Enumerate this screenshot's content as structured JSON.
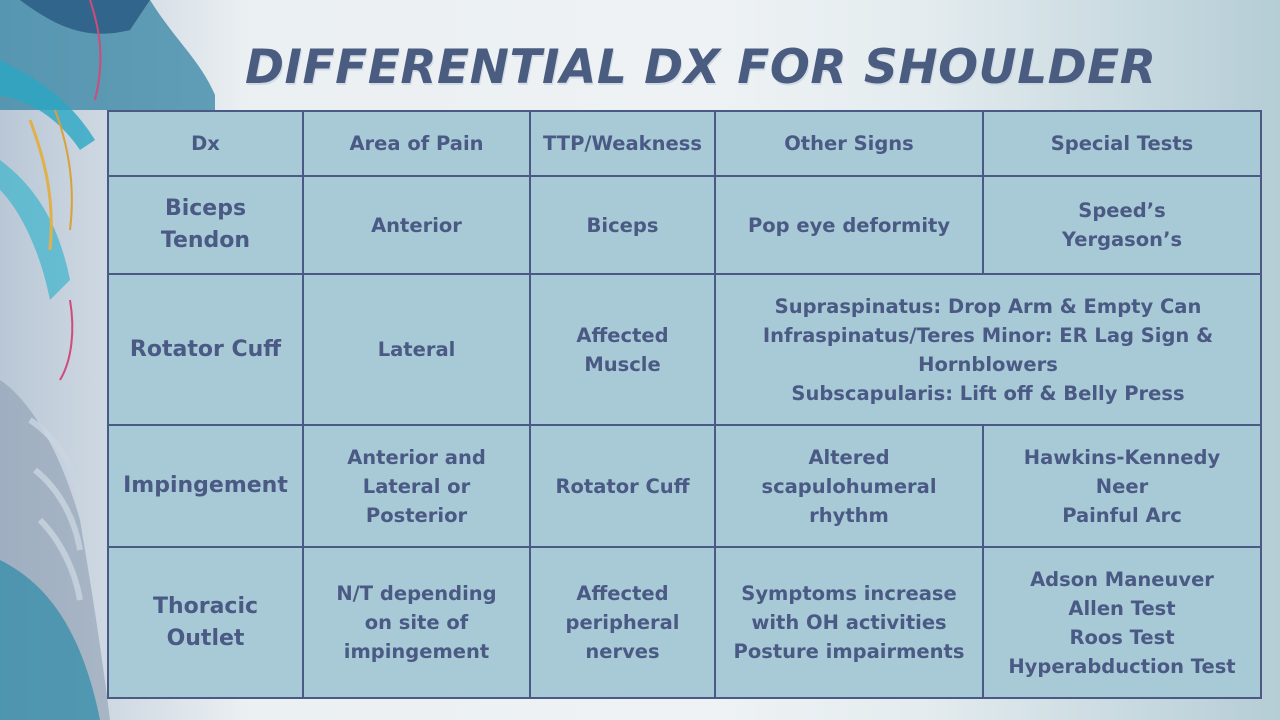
{
  "title": "DIFFERENTIAL DX FOR SHOULDER",
  "colors": {
    "title": "#4a5c80",
    "cell_background": "#a7cad6",
    "border": "#4b5a84",
    "text": "#4b5a84"
  },
  "table": {
    "headers": [
      "Dx",
      "Area of Pain",
      "TTP/Weakness",
      "Other Signs",
      "Special Tests"
    ],
    "rows": [
      {
        "dx": "Biceps\nTendon",
        "area": "Anterior",
        "ttp": "Biceps",
        "other": "Pop eye deformity",
        "tests": "Speed’s\nYergason’s"
      },
      {
        "dx": "Rotator Cuff",
        "area": "Lateral",
        "ttp": "Affected\nMuscle",
        "other_and_tests": "Supraspinatus: Drop Arm & Empty Can\nInfraspinatus/Teres Minor: ER Lag Sign &\nHornblowers\nSubscapularis: Lift off & Belly Press"
      },
      {
        "dx": "Impingement",
        "area": "Anterior and\nLateral or\nPosterior",
        "ttp": "Rotator Cuff",
        "other": "Altered\nscapulohumeral\nrhythm",
        "tests": "Hawkins-Kennedy\nNeer\nPainful Arc"
      },
      {
        "dx": "Thoracic\nOutlet",
        "area": "N/T depending\non site of\nimpingement",
        "ttp": "Affected\nperipheral\nnerves",
        "other": "Symptoms increase\nwith OH activities\nPosture impairments",
        "tests": "Adson Maneuver\nAllen Test\nRoos Test\nHyperabduction Test"
      }
    ]
  }
}
